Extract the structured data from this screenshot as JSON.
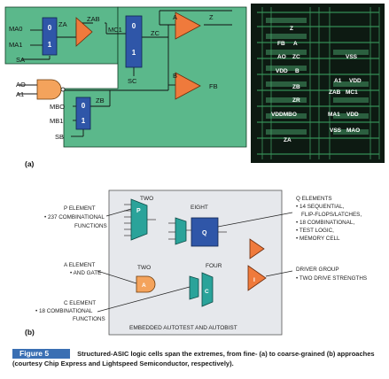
{
  "panel_a": {
    "label": "(a)",
    "logic": {
      "mux1": {
        "inputs": [
          "MA0",
          "MA1"
        ],
        "select": "SA",
        "bit0": "0",
        "bit1": "1",
        "out_label": "ZA",
        "buf_out": "ZAB"
      },
      "mux2": {
        "input": "MC1",
        "select": "SC",
        "bit0": "0",
        "bit1": "1",
        "out_label": "ZC"
      },
      "gate_a": {
        "in": "A",
        "out": "Z"
      },
      "gate_b": {
        "in": "B",
        "out": "FB"
      },
      "and_gate": {
        "inputs": [
          "AO",
          "A1"
        ]
      },
      "mux3": {
        "inputs": [
          "MBO",
          "MB1"
        ],
        "select": "SB",
        "bit0": "0",
        "bit1": "1",
        "out_label": "ZB"
      }
    },
    "layout_labels": [
      "Z",
      "FB",
      "A",
      "AO",
      "ZC",
      "VDD",
      "B",
      "VSS",
      "ZB",
      "A1",
      "VDD",
      "ZR",
      "ZAB",
      "MC1",
      "VDDMBO",
      "MA1",
      "VDD",
      "VSS",
      "MAO",
      "ZA"
    ]
  },
  "panel_b": {
    "label": "(b)",
    "groups": {
      "two_top": "TWO",
      "eight": "EIGHT",
      "two_mid": "TWO",
      "four": "FOUR",
      "footer": "EMBEDDED AUTOTEST AND AUTOBIST"
    },
    "cells": {
      "p": "P",
      "q": "Q",
      "a": "A",
      "c": "C",
      "i": "I"
    },
    "notes": {
      "p_element": [
        "P ELEMENT",
        "• 237 COMBINATIONAL",
        "FUNCTIONS"
      ],
      "a_element": [
        "A ELEMENT",
        "• AND GATE"
      ],
      "c_element": [
        "C ELEMENT",
        "• 18 COMBINATIONAL",
        "FUNCTIONS"
      ],
      "q_elements": [
        "Q ELEMENTS",
        "• 14 SEQUENTIAL,",
        "FLIP-FLOPS/LATCHES,",
        "• 18 COMBINATIONAL,",
        "• TEST LOGIC,",
        "• MEMORY CELL"
      ],
      "driver_group": [
        "DRIVER GROUP",
        "• TWO DRIVE STRENGTHS"
      ]
    }
  },
  "caption": {
    "figure_label": "Figure 5",
    "text": "Structured-ASIC logic cells span the extremes, from fine- (a) to coarse-grained (b) approaches (courtesy Chip Express and Lightspeed Semiconductor, respectively)."
  },
  "colors": {
    "green_bg": "#5bb88b",
    "mux_blue": "#2f56a8",
    "buffer_orange": "#ef7a3c",
    "and_orange": "#f4a35c",
    "teal_cell": "#2aa39a",
    "panel_b_bg": "#e6e8ec",
    "caption_blue": "#3a6fb3",
    "chip_dark": "#0d1a12"
  }
}
